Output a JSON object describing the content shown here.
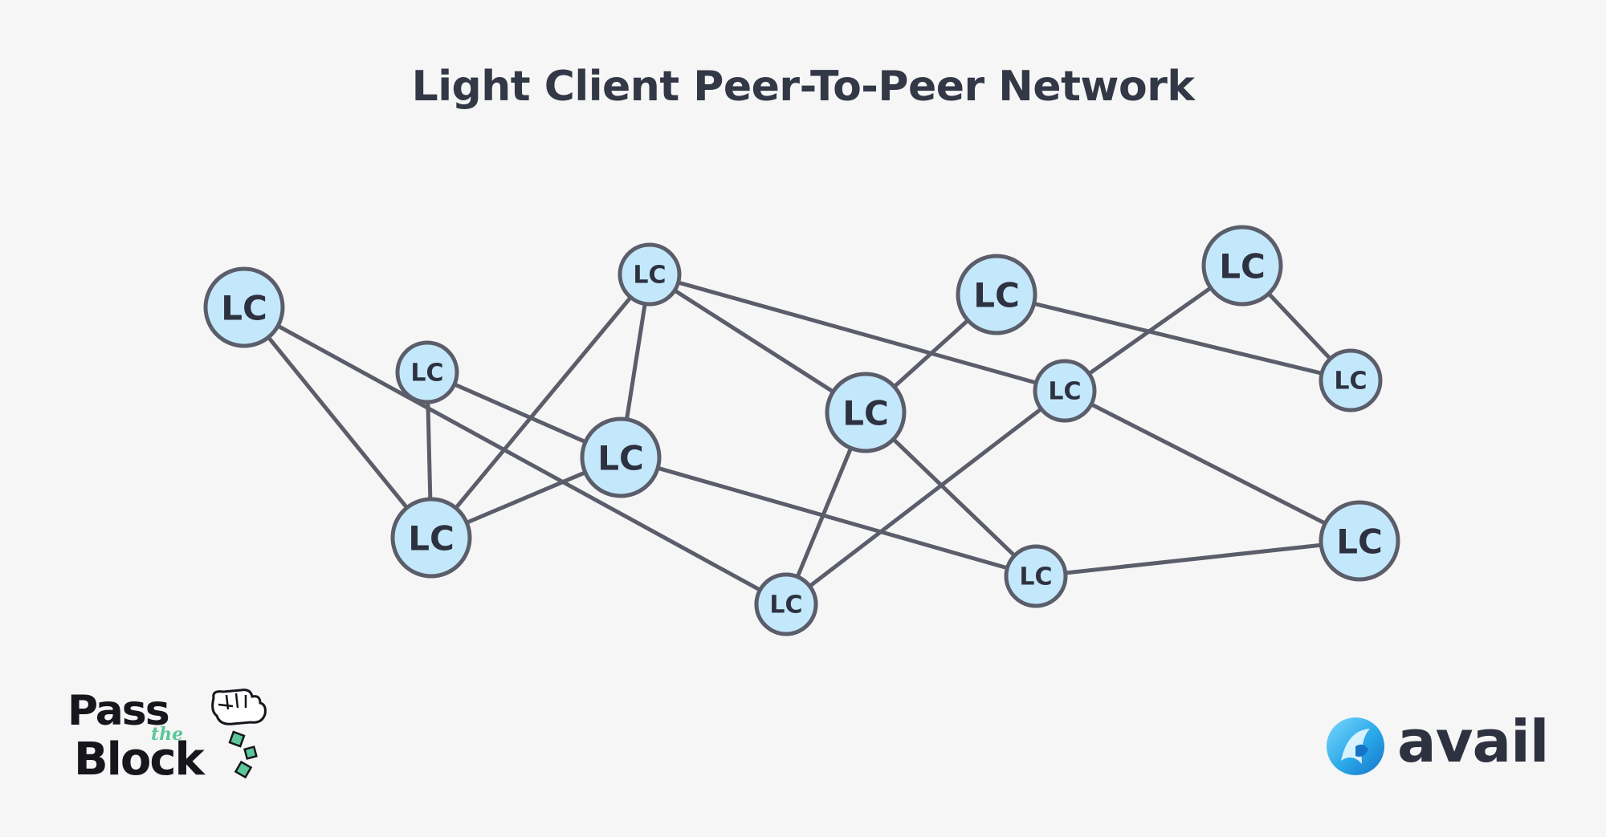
{
  "title": "Light Client Peer-To-Peer Network",
  "colors": {
    "background": "#f6f6f6",
    "node_fill": "#c4e8fb",
    "stroke": "#5b5e6a",
    "text": "#333846",
    "accent_green": "#5cc79a",
    "avail_blue": "#2aa8e8"
  },
  "nodes": [
    {
      "id": "n1",
      "label": "LC"
    },
    {
      "id": "n2",
      "label": "LC"
    },
    {
      "id": "n3",
      "label": "LC"
    },
    {
      "id": "n4",
      "label": "LC"
    },
    {
      "id": "n5",
      "label": "LC"
    },
    {
      "id": "n6",
      "label": "LC"
    },
    {
      "id": "n7",
      "label": "LC"
    },
    {
      "id": "n8",
      "label": "LC"
    },
    {
      "id": "n9",
      "label": "LC"
    },
    {
      "id": "n10",
      "label": "LC"
    },
    {
      "id": "n11",
      "label": "LC"
    },
    {
      "id": "n12",
      "label": "LC"
    },
    {
      "id": "n13",
      "label": "LC"
    },
    {
      "id": "n14",
      "label": "LC"
    }
  ],
  "edges": [
    [
      "n1",
      "n5"
    ],
    [
      "n1",
      "n10"
    ],
    [
      "n2",
      "n5"
    ],
    [
      "n2",
      "n4"
    ],
    [
      "n3",
      "n5"
    ],
    [
      "n3",
      "n4"
    ],
    [
      "n3",
      "n8"
    ],
    [
      "n3",
      "n9"
    ],
    [
      "n4",
      "n5"
    ],
    [
      "n4",
      "n11"
    ],
    [
      "n8",
      "n10"
    ],
    [
      "n8",
      "n11"
    ],
    [
      "n8",
      "n6"
    ],
    [
      "n6",
      "n14"
    ],
    [
      "n9",
      "n10"
    ],
    [
      "n9",
      "n7"
    ],
    [
      "n9",
      "n13"
    ],
    [
      "n7",
      "n14"
    ],
    [
      "n10",
      "n12"
    ],
    [
      "n11",
      "n13"
    ]
  ],
  "logos": {
    "left": {
      "pass": "Pass",
      "the": "the",
      "block": "Block"
    },
    "right": {
      "wordmark": "avail",
      "mark_icon": "avail-logo-icon"
    }
  }
}
